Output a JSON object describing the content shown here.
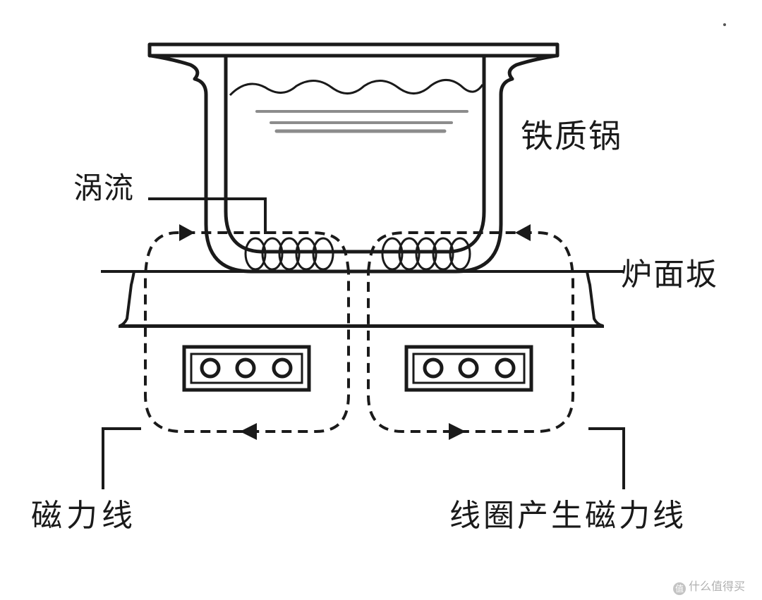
{
  "labels": {
    "pot": "铁质锅",
    "eddy_current": "涡流",
    "cooktop_panel": "炉面坂",
    "magnetic_field_lines": "磁力线",
    "coil_generates_field": "线圈产生磁力线"
  },
  "watermark": {
    "icon": "value-icon",
    "text": "什么值得买"
  },
  "colors": {
    "line": "#1a1a1a",
    "water_lines": "#8c8c8c",
    "background": "#ffffff"
  }
}
